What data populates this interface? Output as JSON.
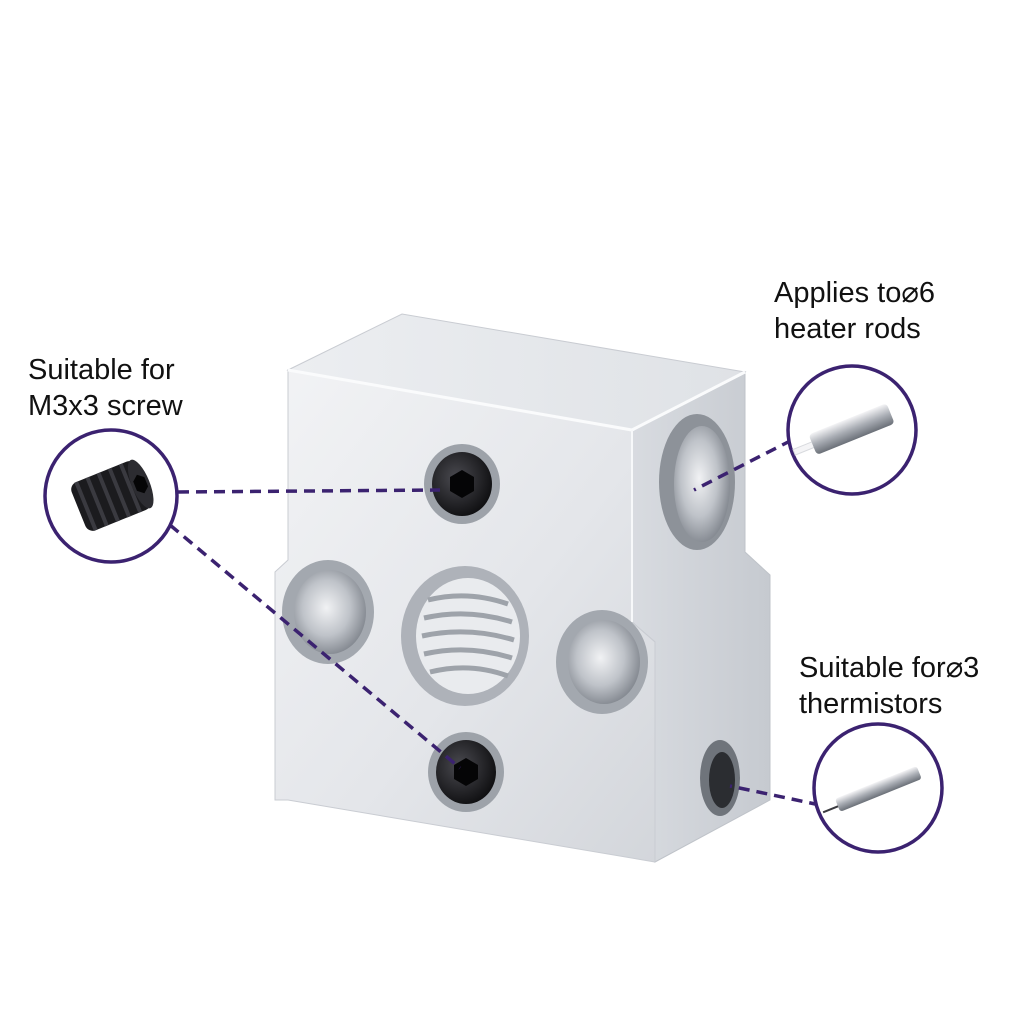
{
  "labels": {
    "screw": {
      "line1": "Suitable for",
      "line2": "M3x3 screw"
    },
    "heater": {
      "line1": "Applies to⌀6",
      "line2": "heater rods"
    },
    "thermistor": {
      "line1": "Suitable for⌀3",
      "line2": "thermistors"
    }
  },
  "colors": {
    "background": "#ffffff",
    "aluminum": "#e3e5e9",
    "callout_ring": "#3b2270",
    "callout_line": "#3b2270",
    "text": "#111111",
    "screw_black": "#1b1b1e"
  }
}
